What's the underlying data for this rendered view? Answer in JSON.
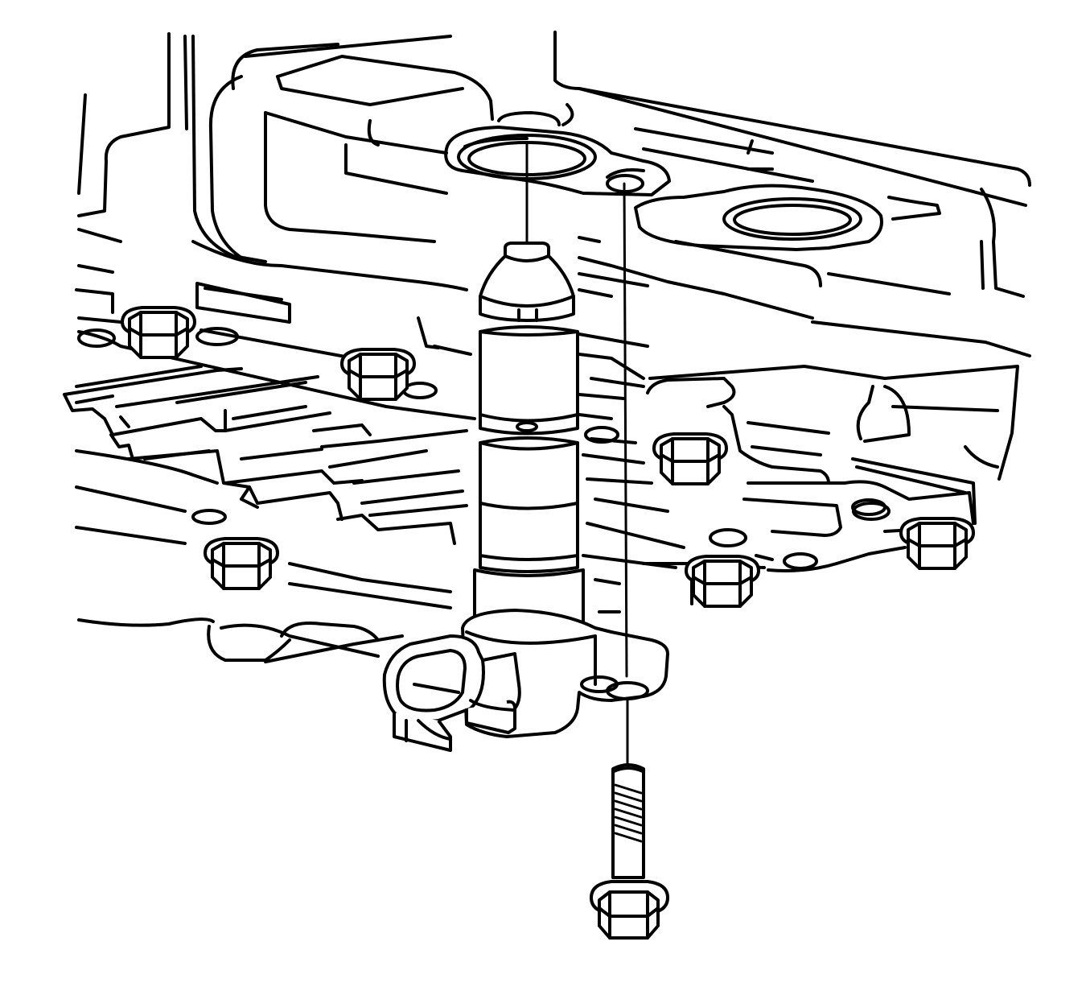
{
  "figure": {
    "line_color": "#000000",
    "background": "#ffffff",
    "parts": [
      "transmission-case",
      "valve-body",
      "case-bolts",
      "sensor",
      "sensor-bolt",
      "alignment-lines"
    ]
  }
}
